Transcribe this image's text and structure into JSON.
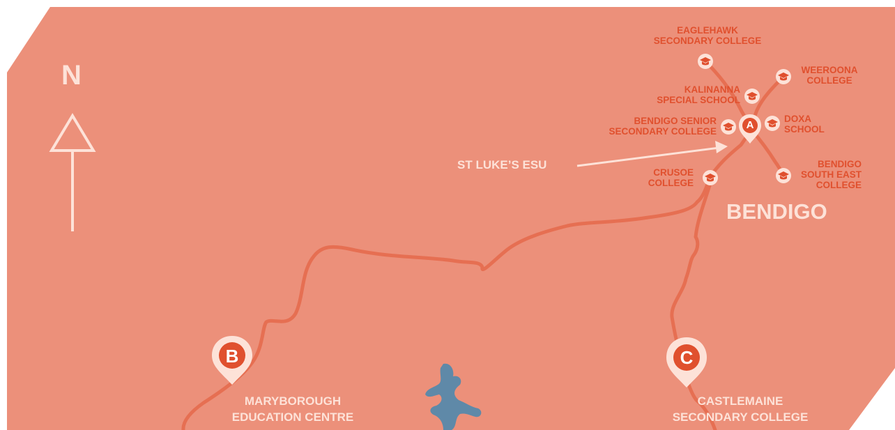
{
  "map": {
    "colors": {
      "land": "#ec907a",
      "road": "#e66f52",
      "water": "#5f89a8",
      "marker": "#e0502e",
      "light_text": "#fde2d8",
      "school_text": "#e0502e"
    },
    "north_label": "N",
    "town_label": "BENDIGO",
    "esu_label": "ST LUKE’S ESU",
    "markers": [
      {
        "letter": "A",
        "id": "marker-a"
      },
      {
        "letter": "B",
        "id": "marker-b"
      },
      {
        "letter": "C",
        "id": "marker-c"
      }
    ],
    "marker_b_label": [
      "MARYBOROUGH",
      "EDUCATION CENTRE"
    ],
    "marker_c_label": [
      "CASTLEMAINE",
      "SECONDARY COLLEGE"
    ],
    "schools": {
      "eaglehawk": [
        "EAGLEHAWK",
        "SECONDARY COLLEGE"
      ],
      "weeroona": [
        "WEEROONA",
        "COLLEGE"
      ],
      "kalinanna": [
        "KALINANNA",
        "SPECIAL SCHOOL"
      ],
      "bendigo_senior": [
        "BENDIGO SENIOR",
        "SECONDARY COLLEGE"
      ],
      "doxa": [
        "DOXA",
        "SCHOOL"
      ],
      "crusoe": [
        "CRUSOE",
        "COLLEGE"
      ],
      "bendigo_south_east": [
        "BENDIGO",
        "SOUTH EAST",
        "COLLEGE"
      ]
    },
    "school_icon": "graduation-cap-icon"
  }
}
